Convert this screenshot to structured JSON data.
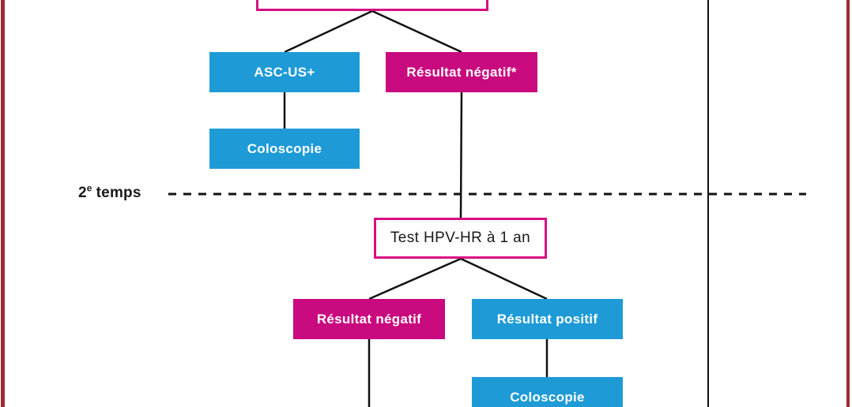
{
  "diagram": {
    "type": "flowchart",
    "language": "fr",
    "phase_label": {
      "number": "2",
      "superscript": "e",
      "word": "temps"
    },
    "nodes": {
      "top_partial": {
        "label": ""
      },
      "asc_us": {
        "label": "ASC-US+"
      },
      "result_negative_1": {
        "label": "Résultat négatif*"
      },
      "coloscopy_1": {
        "label": "Coloscopie"
      },
      "test_hpv_1yr": {
        "label": "Test HPV-HR à 1 an"
      },
      "result_negative_2": {
        "label": "Résultat négatif"
      },
      "result_positive": {
        "label": "Résultat positif"
      },
      "coloscopy_2": {
        "label": "Coloscopie"
      }
    },
    "colors": {
      "node_blue": "#1E9BD7",
      "node_magenta": "#C9097E",
      "outlined_box_border_magenta": "#D60F82",
      "page_edge_dark_red": "#9C2B33",
      "connector_black": "#111111",
      "text_white": "#FFFFFF",
      "text_black": "#1A1A1A"
    }
  }
}
